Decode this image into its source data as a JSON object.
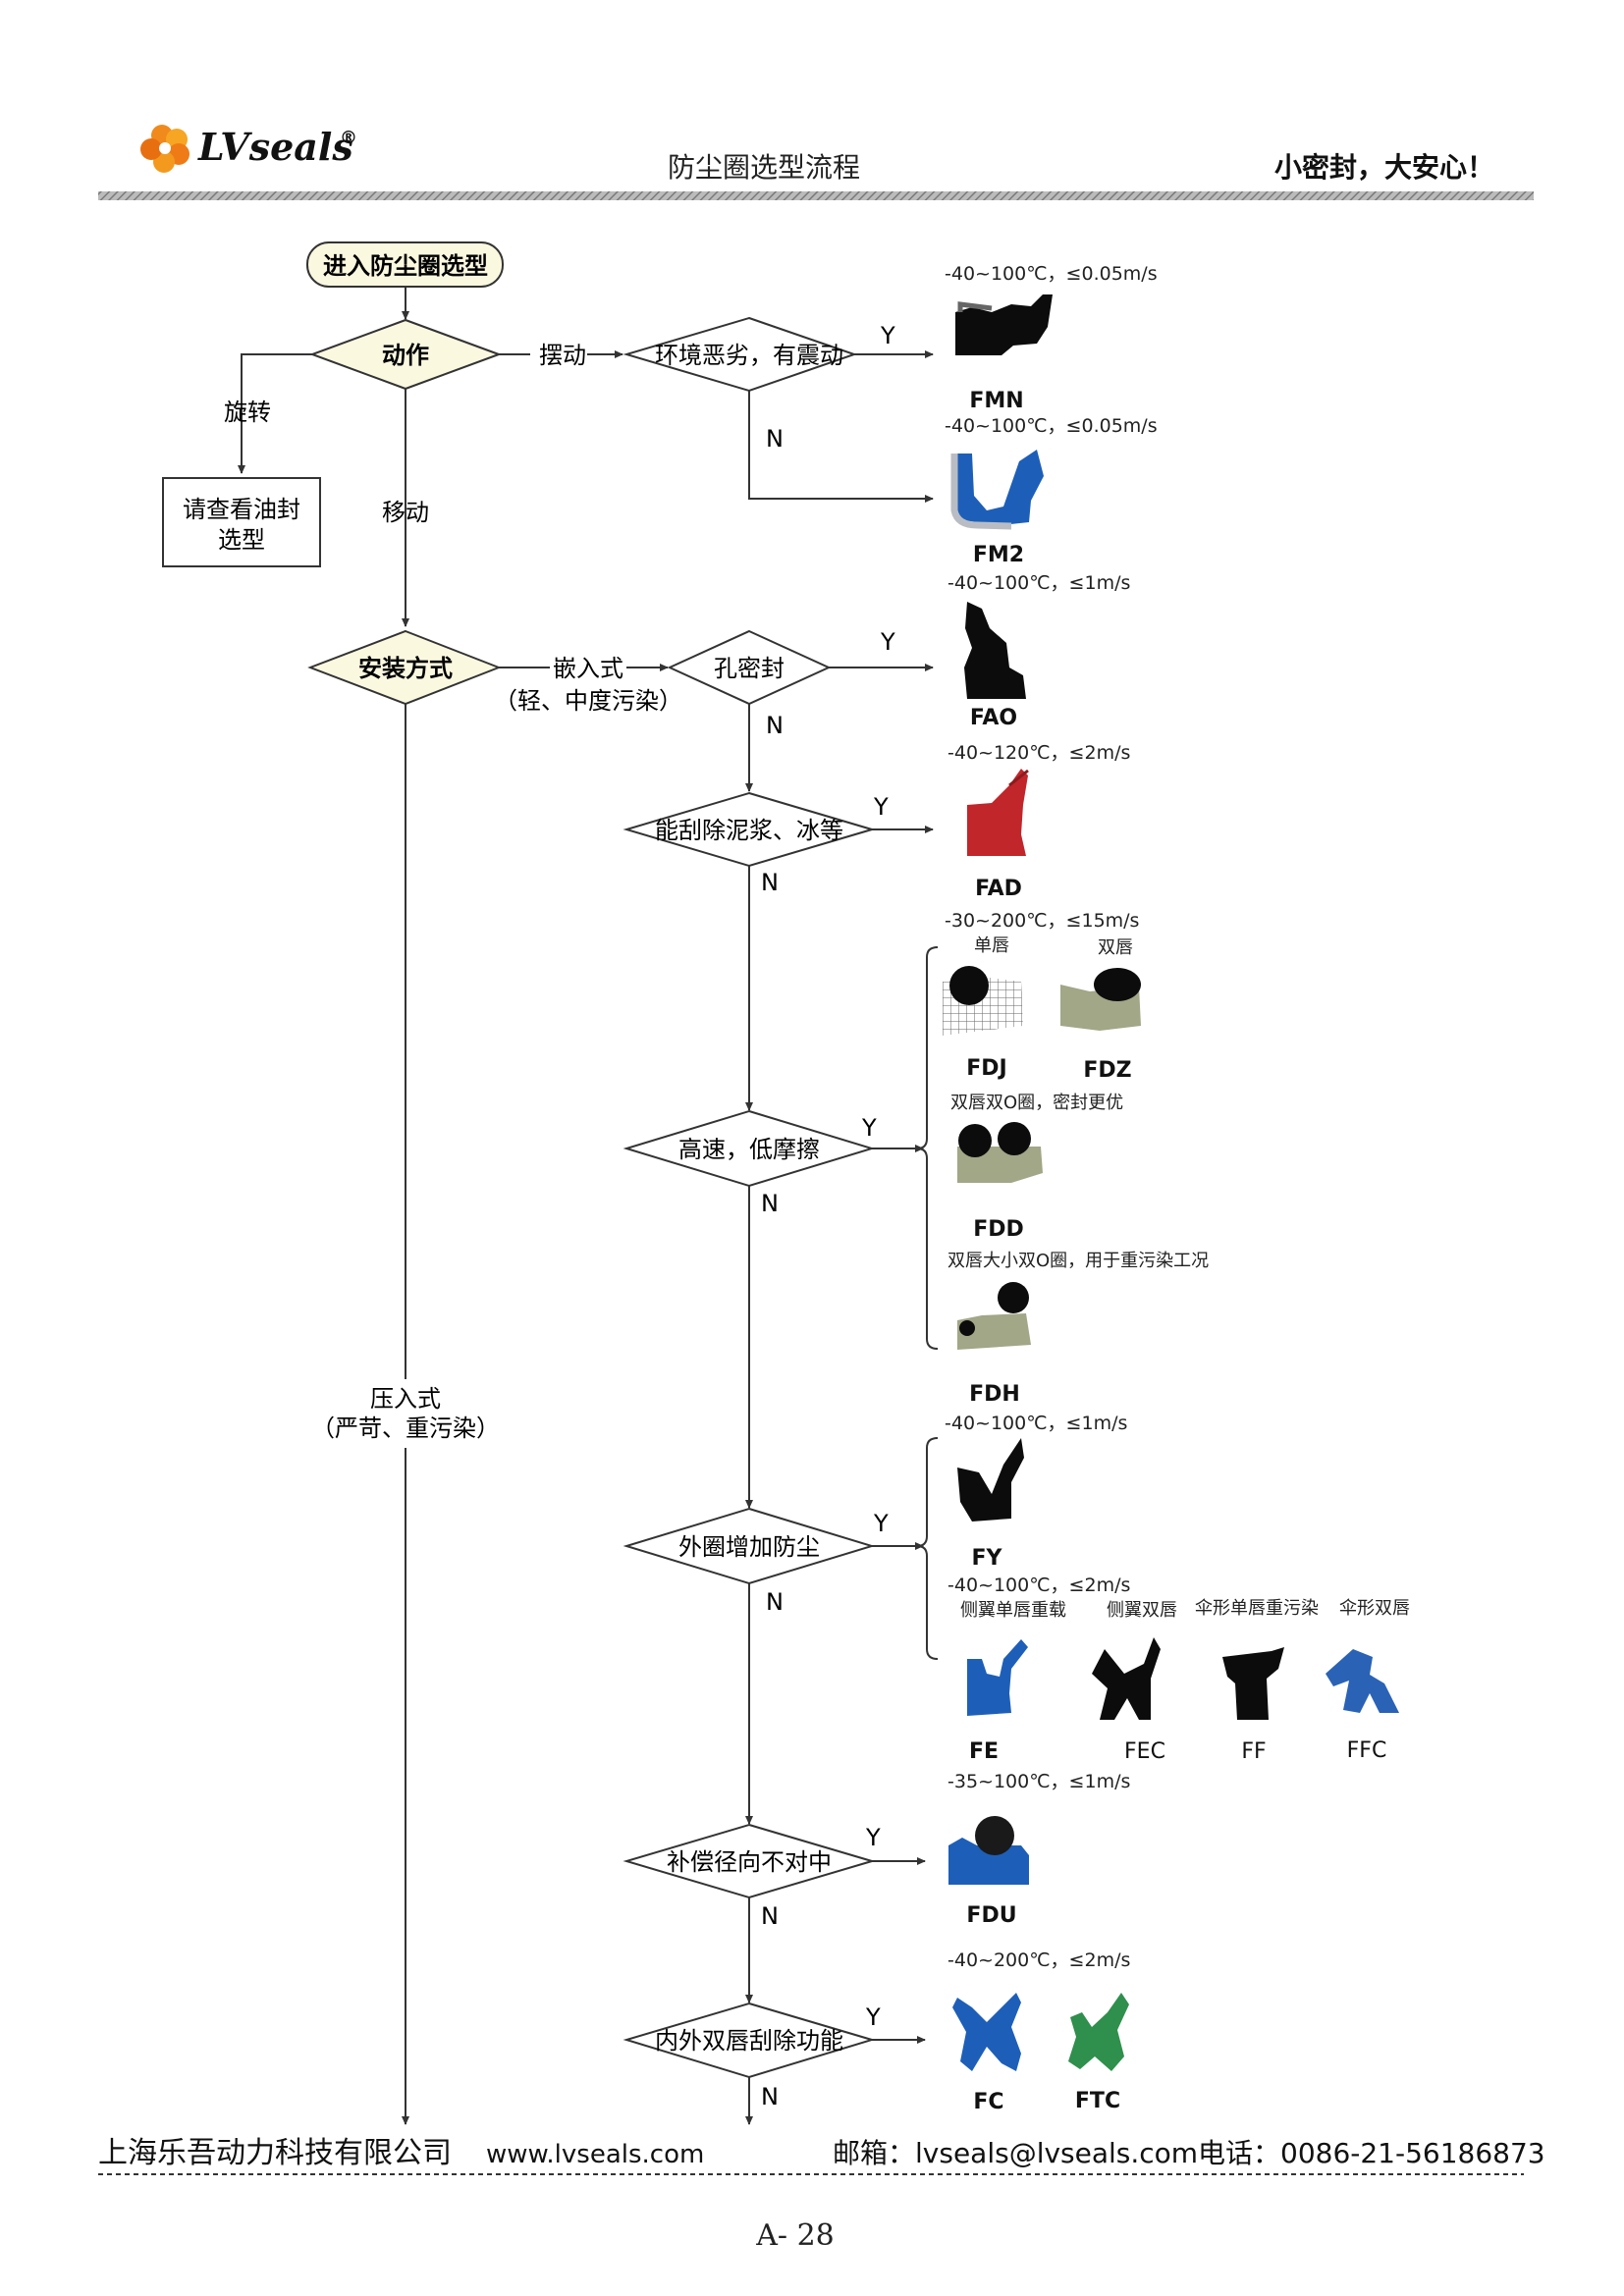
{
  "header": {
    "brand": "LVseals",
    "registered": "®",
    "title": "防尘圈选型流程",
    "slogan": "小密封，大安心！"
  },
  "flow": {
    "start": "进入防尘圈选型",
    "action": "动作",
    "swing": "摆动",
    "rotate": "旋转",
    "oil_seal": [
      "请查看油封",
      "选型"
    ],
    "move": "移动",
    "env": "环境恶劣，有震动",
    "install": "安装方式",
    "embedded": "嵌入式",
    "embedded_note": "（轻、中度污染）",
    "hole_seal": "孔密封",
    "scrape": "能刮除泥浆、冰等",
    "highspeed": "高速，低摩擦",
    "outer_dust": "外圈增加防尘",
    "radial": "补偿径向不对中",
    "double_lip": "内外双唇刮除功能",
    "press_fit": "压入式",
    "press_note": "（严苛、重污染）",
    "yes": "Y",
    "no": "N"
  },
  "products": {
    "fmn": {
      "name": "FMN",
      "spec": "-40~100℃，≤0.05m/s"
    },
    "fm2": {
      "name": "FM2",
      "spec": "-40~100℃，≤0.05m/s"
    },
    "fao": {
      "name": "FAO",
      "spec": "-40~100℃，≤1m/s"
    },
    "fad": {
      "name": "FAD",
      "spec": "-40~120℃，≤2m/s"
    },
    "fdj_group_spec": "-30~200℃，≤15m/s",
    "fdj": {
      "name": "FDJ",
      "note": "单唇"
    },
    "fdz": {
      "name": "FDZ",
      "note": "双唇"
    },
    "fdd": {
      "name": "FDD",
      "note": "双唇双O圈，密封更优"
    },
    "fdh": {
      "name": "FDH",
      "note": "双唇大小双O圈，用于重污染工况"
    },
    "fy": {
      "name": "FY",
      "spec": "-40~100℃，≤1m/s"
    },
    "fe_group_spec": "-40~100℃，≤2m/s",
    "fe": {
      "name": "FE",
      "note": "侧翼单唇重载"
    },
    "fec": {
      "name": "FEC",
      "note": "侧翼双唇"
    },
    "ff": {
      "name": "FF",
      "note": "伞形单唇重污染"
    },
    "ffc": {
      "name": "FFC",
      "note": "伞形双唇"
    },
    "fdu": {
      "name": "FDU",
      "spec": "-35~100℃，≤1m/s"
    },
    "fc_group_spec": "-40~200℃，≤2m/s",
    "fc": {
      "name": "FC"
    },
    "ftc": {
      "name": "FTC"
    }
  },
  "footer": {
    "company": "上海乐吾动力科技有限公司",
    "website": "www.lvseals.com",
    "email": "邮箱：lvseals@lvseals.com",
    "phone": "电话：0086-21-56186873",
    "page": "A- 28"
  },
  "colors": {
    "decision_fill": "#fbf8e0",
    "line": "#333333",
    "black_seal": "#0c0c0c",
    "blue_seal": "#1d5fb8",
    "red_seal": "#c0262a",
    "olive": "#a1a787",
    "green": "#2f8f4c"
  }
}
